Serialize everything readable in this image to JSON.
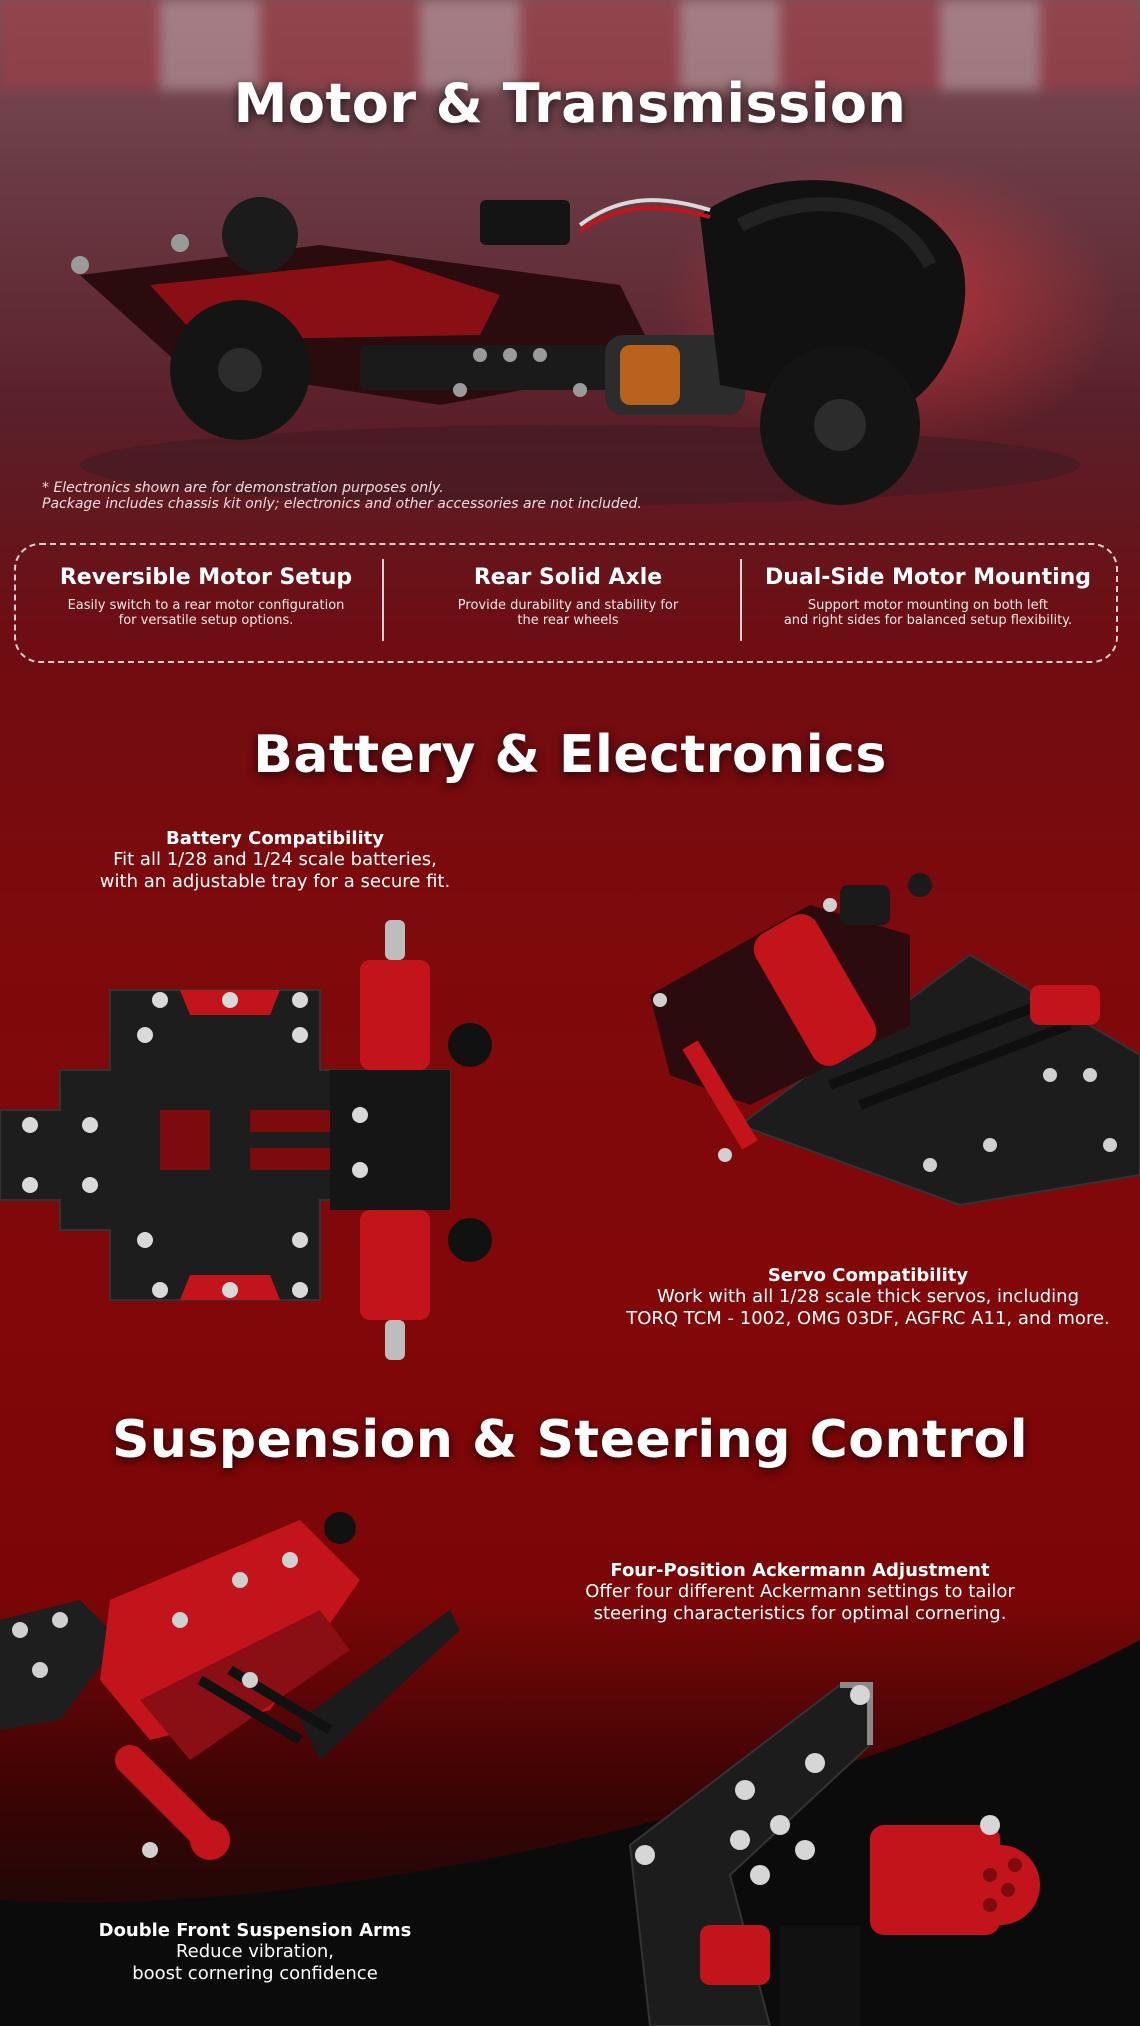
{
  "motor_section": {
    "title": "Motor & Transmission",
    "note_line1": "* Electronics shown are for demonstration purposes only.",
    "note_line2": "Package includes chassis kit only; electronics and other accessories are not included.",
    "features": [
      {
        "title": "Reversible Motor Setup",
        "desc_line1": "Easily switch to a rear motor configuration",
        "desc_line2": "for versatile setup options."
      },
      {
        "title": "Rear Solid Axle",
        "desc_line1": "Provide durability and stability for",
        "desc_line2": "the rear wheels"
      },
      {
        "title": "Dual-Side Motor Mounting",
        "desc_line1": "Support motor mounting on both left",
        "desc_line2": "and right sides for balanced setup flexibility."
      }
    ]
  },
  "battery_section": {
    "title": "Battery & Electronics",
    "battery": {
      "title": "Battery Compatibility",
      "line1": "Fit all 1/28 and 1/24 scale batteries,",
      "line2": "with an adjustable tray for a secure fit."
    },
    "servo": {
      "title": "Servo Compatibility",
      "line1": "Work with all 1/28 scale thick servos, including",
      "line2": "TORQ TCM - 1002, OMG 03DF, AGFRC A11, and more."
    }
  },
  "suspension_section": {
    "title": "Suspension & Steering Control",
    "ackermann": {
      "title": "Four-Position Ackermann Adjustment",
      "line1": "Offer four different Ackermann settings to tailor",
      "line2": "steering characteristics for optimal cornering."
    },
    "arms": {
      "title": "Double Front Suspension Arms",
      "line1": "Reduce vibration,",
      "line2": "boost cornering confidence"
    }
  },
  "colors": {
    "accent_red": "#c4141b",
    "bg_dark_red": "#7d0a0c",
    "carbon": "#1c1c1c"
  }
}
